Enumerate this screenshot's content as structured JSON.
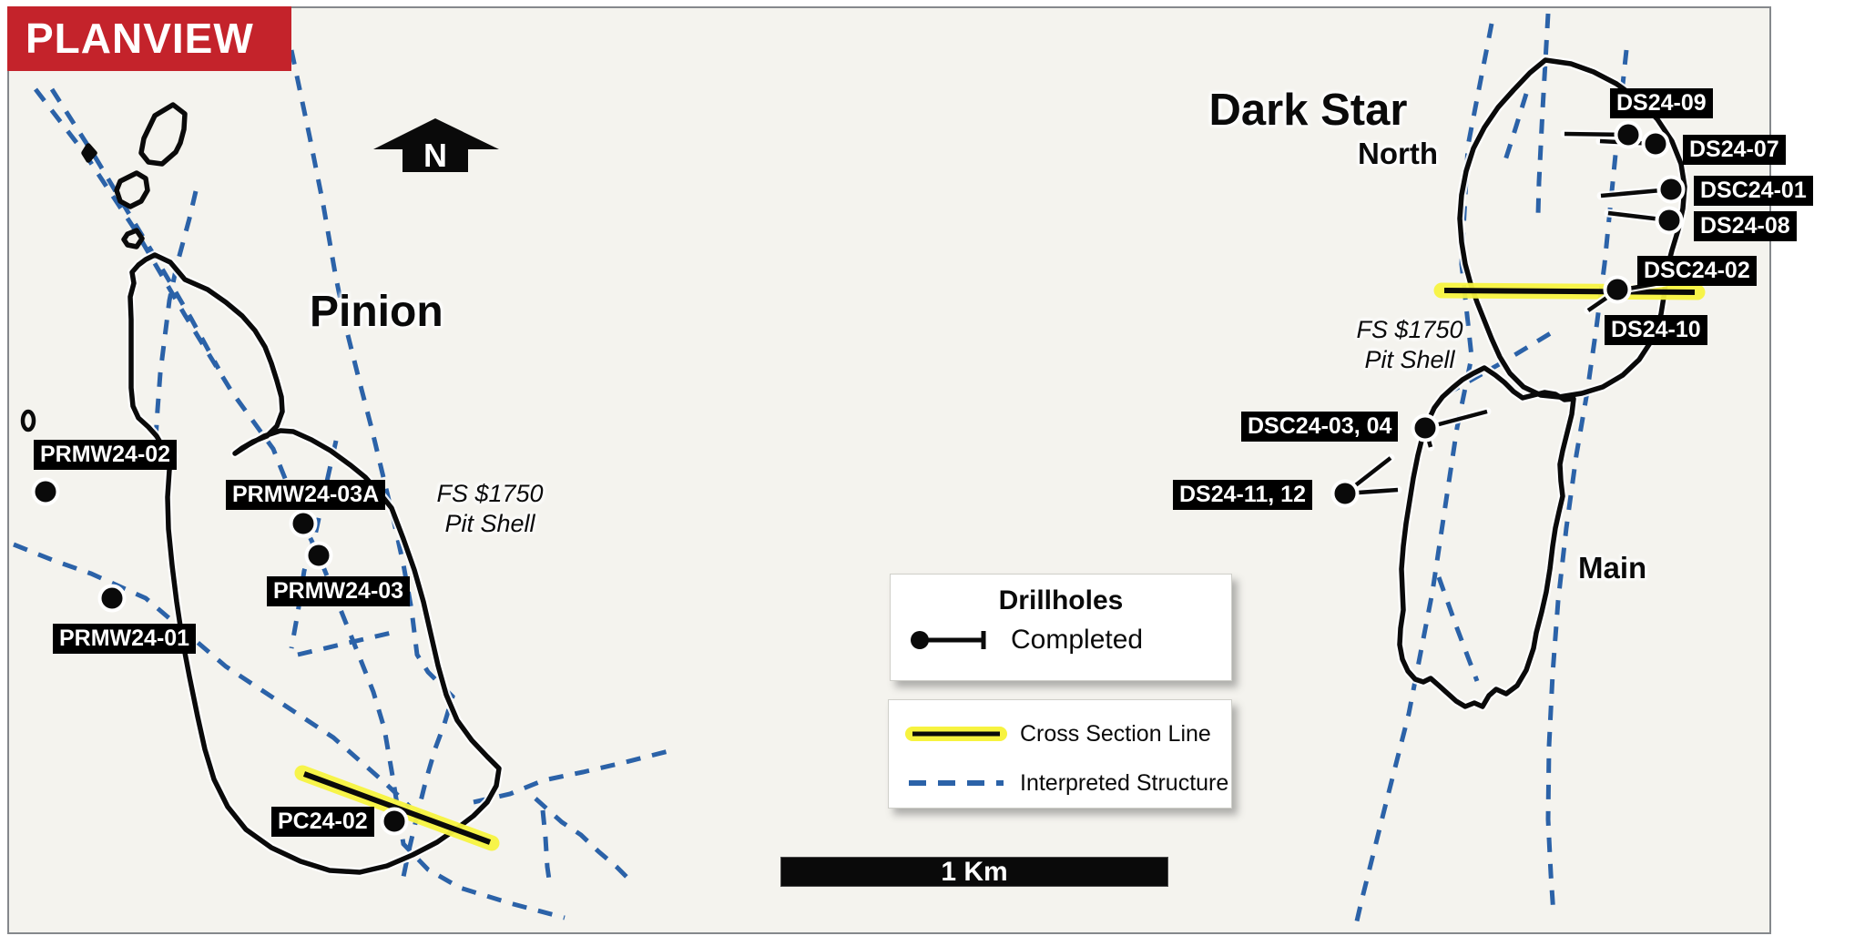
{
  "header": {
    "title": "PLANVIEW"
  },
  "north_arrow": {
    "label": "N"
  },
  "areas": {
    "pinion": "Pinion",
    "dark_star": "Dark Star",
    "dark_star_sub": "North",
    "main": "Main"
  },
  "pit_shell_note": {
    "line1": "FS $1750",
    "line2": "Pit Shell"
  },
  "drillholes": {
    "prmw24_02": "PRMW24-02",
    "prmw24_03a": "PRMW24-03A",
    "prmw24_03": "PRMW24-03",
    "prmw24_01": "PRMW24-01",
    "pc24_02": "PC24-02",
    "ds24_09": "DS24-09",
    "ds24_07": "DS24-07",
    "dsc24_01": "DSC24-01",
    "ds24_08": "DS24-08",
    "dsc24_02": "DSC24-02",
    "ds24_10": "DS24-10",
    "dsc24_03_04": "DSC24-03, 04",
    "ds24_11_12": "DS24-11, 12"
  },
  "legend": {
    "title": "Drillholes",
    "completed": "Completed",
    "cross_section": "Cross Section Line",
    "structure": "Interpreted Structure"
  },
  "scale_bar": {
    "label": "1 Km"
  },
  "colors": {
    "banner_red": "#c4232b",
    "map_background": "#f4f3ee",
    "structure_blue": "#2b62a8",
    "cross_section_yellow": "#f7f33f",
    "outline_black": "#0a0a0a",
    "label_bg": "#000000",
    "label_text": "#ffffff"
  }
}
